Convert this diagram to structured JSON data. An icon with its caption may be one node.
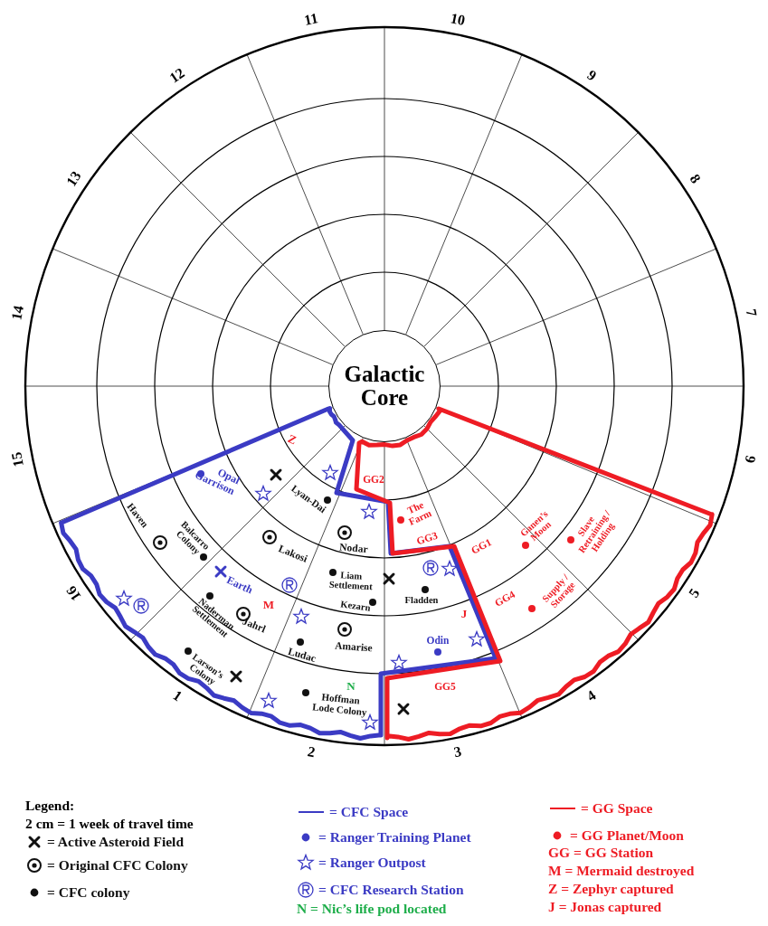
{
  "diagram": {
    "nodes": [
      {
        "text": [
          "Galactic Core"
        ]
      }
    ],
    "edges": [],
    "labels": [
      "Z",
      "Opal Garrison",
      "GG2",
      "Lyan-Dai",
      "Haven",
      "Balcarro Colony",
      "Lakosi",
      "Nodar",
      "The Farm",
      "GG3",
      "GG1",
      "Ganen’s Moon",
      "Slave Retraining / Holding",
      "Earth",
      "Liam Settlement",
      "Fladden",
      "Kezarn",
      "GG4",
      "Supply / Storage",
      "M",
      "Naderman Settlement",
      "Jahrl",
      "J",
      "Amarise",
      "Ludac",
      "Odin",
      "Larson’s Colony",
      "N",
      "Hoffman Lode Colony",
      "GG5",
      "1",
      "2",
      "3",
      "4",
      "5",
      "6",
      "7",
      "8",
      "9",
      "10",
      "11",
      "12",
      "13",
      "14",
      "15",
      "16",
      "Legend:",
      "2 cm = 1 week of travel time"
    ],
    "legend": [
      {
        "text": "= Active Asteroid Field"
      },
      {
        "text": "= Original CFC Colony"
      },
      {
        "text": "= CFC colony"
      },
      {
        "text": "= CFC Space"
      },
      {
        "text": "= Ranger Training Planet"
      },
      {
        "text": "= Ranger Outpost"
      },
      {
        "text": "= CFC Research Station"
      },
      {
        "text": "N = Nic’s life pod located"
      },
      {
        "text": "= GG Space"
      },
      {
        "text": "= GG Planet/Moon"
      },
      {
        "text": "GG = GG Station"
      },
      {
        "text": "M = Mermaid destroyed"
      },
      {
        "text": "Z = Zephyr captured"
      },
      {
        "text": "J = Jonas captured"
      }
    ]
  }
}
